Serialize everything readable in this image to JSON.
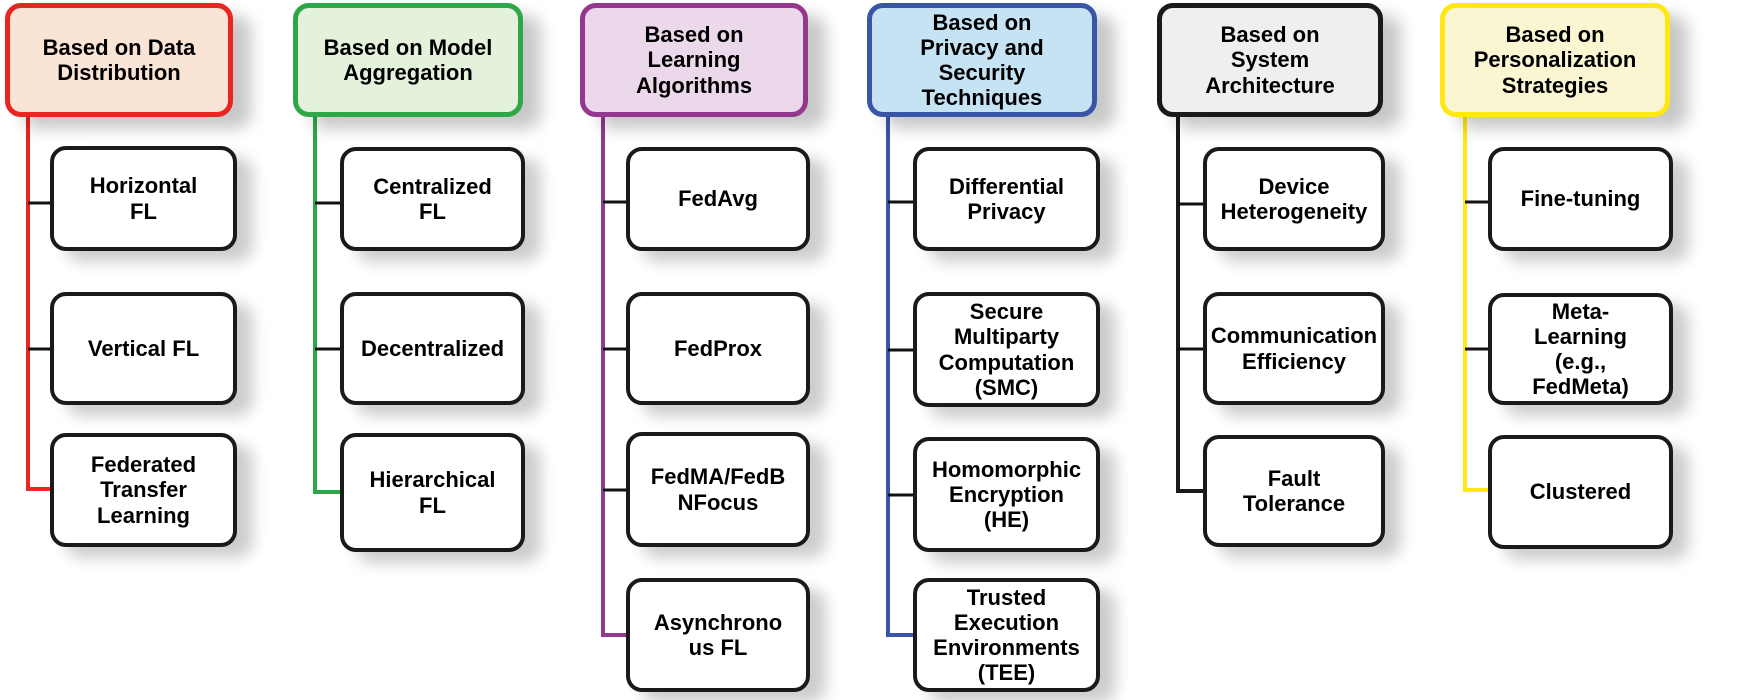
{
  "columns": [
    {
      "header": "Based on Data\nDistribution",
      "border_color": "#E8251E",
      "fill_color": "#F9E4D6",
      "children": [
        {
          "label": "Horizontal\nFL"
        },
        {
          "label": "Vertical FL"
        },
        {
          "label": "Federated\nTransfer\nLearning"
        }
      ]
    },
    {
      "header": "Based on Model\nAggregation",
      "border_color": "#2EA748",
      "fill_color": "#E4F1DB",
      "children": [
        {
          "label": "Centralized\nFL"
        },
        {
          "label": "Decentralized"
        },
        {
          "label": "Hierarchical\nFL"
        }
      ]
    },
    {
      "header": "Based on\nLearning\nAlgorithms",
      "border_color": "#94388F",
      "fill_color": "#ECD8EB",
      "children": [
        {
          "label": "FedAvg"
        },
        {
          "label": "FedProx"
        },
        {
          "label": "FedMA/FedB\nNFocus"
        },
        {
          "label": "Asynchrono\nus FL"
        }
      ]
    },
    {
      "header": "Based on\nPrivacy and\nSecurity\nTechniques",
      "border_color": "#3B55A6",
      "fill_color": "#C6E3F4",
      "children": [
        {
          "label": "Differential\nPrivacy"
        },
        {
          "label": "Secure\nMultiparty\nComputation\n(SMC)"
        },
        {
          "label": "Homomorphic\nEncryption\n(HE)"
        },
        {
          "label": "Trusted\nExecution\nEnvironments\n(TEE)"
        }
      ]
    },
    {
      "header": "Based on\nSystem\nArchitecture",
      "border_color": "#1A1A1A",
      "fill_color": "#EFEFEF",
      "children": [
        {
          "label": "Device\nHeterogeneity"
        },
        {
          "label": "Communication\nEfficiency"
        },
        {
          "label": "Fault\nTolerance"
        }
      ]
    },
    {
      "header": "Based on\nPersonalization\nStrategies",
      "border_color": "#FFE712",
      "fill_color": "#FBF6D2",
      "children": [
        {
          "label": "Fine-tuning"
        },
        {
          "label": "Meta-\nLearning\n(e.g.,\nFedMeta)"
        },
        {
          "label": "Clustered"
        }
      ]
    }
  ],
  "node_style": {
    "border_color": "#1A1A1A",
    "fill_color": "#FFFFFF",
    "text_color": "#000000",
    "connector_stub_color": "#111111"
  }
}
